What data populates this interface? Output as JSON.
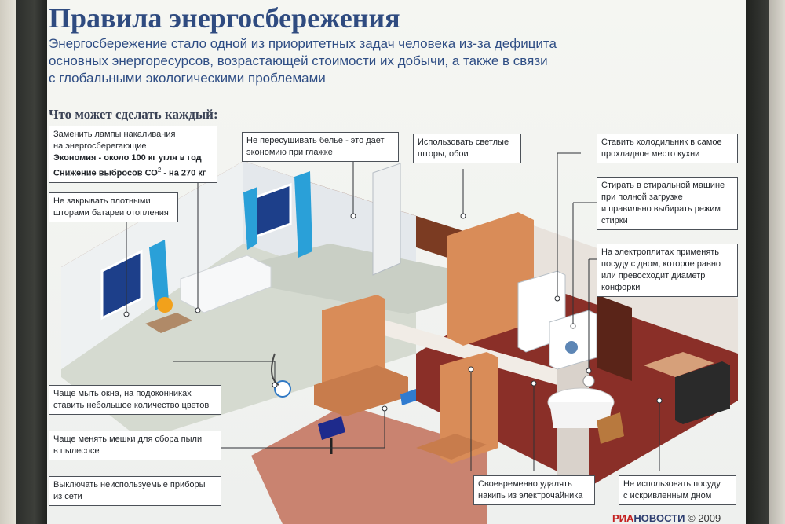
{
  "page": {
    "title": "Правила энергосбережения",
    "intro_lines": [
      "Энергосбережение стало одной из приоритетных задач человека из-за дефицита",
      "основных энергоресурсов, возрастающей стоимости их добычи, а также в связи",
      "с глобальными экологическими проблемами"
    ],
    "subheading": "Что может сделать каждый:"
  },
  "tips": {
    "lamps": {
      "line1": "Заменить лампы накаливания",
      "line2": "на энергосберегающие",
      "economy_label": "Экономия",
      "economy_value": " - около 100 кг угля в год",
      "emission_label": "Снижение выбросов СО",
      "emission_sup": "2",
      "emission_value": " -  на 270 кг"
    },
    "batteries": {
      "line1": "Не закрывать плотными",
      "line2": "шторами батареи отопления"
    },
    "laundry": {
      "line1": "Не пересушивать белье - это дает",
      "line2": "экономию при глажке"
    },
    "curtains": {
      "line1": "Использовать светлые",
      "line2": "шторы, обои"
    },
    "fridge": {
      "line1": "Ставить холодильник в самое",
      "line2": "прохладное место кухни"
    },
    "washing": {
      "line1": "Стирать в стиральной машине",
      "line2": "при полной загрузке",
      "line3": "и правильно выбирать режим",
      "line4": "стирки"
    },
    "stove": {
      "line1": "На электроплитах применять",
      "line2": "посуду с дном, которое равно",
      "line3": "или превосходит диаметр",
      "line4": "конфорки"
    },
    "windows": {
      "line1": "Чаще мыть окна, на подоконниках",
      "line2": "ставить небольшое количество цветов"
    },
    "vacuum": {
      "line1": "Чаще менять мешки для сбора пыли",
      "line2": "в пылесосе"
    },
    "devices": {
      "line1": "Выключать неиспользуемые приборы",
      "line2": "из сети"
    },
    "kettle": {
      "line1": "Своевременно удалять",
      "line2": "накипь из электрочайника"
    },
    "cookware": {
      "line1": "Не использовать посуду",
      "line2": "с искривленным дном"
    }
  },
  "footer": {
    "logo_ria": "РИА",
    "logo_novosti": "НОВОСТИ",
    "year": "© 2009"
  },
  "colors": {
    "title": "#2f4b80",
    "callout_border": "#4c5158",
    "floor_light": "#d6dbcf",
    "floor_dark": "#7a2a24",
    "furniture": "#c98a5a",
    "appliance": "#ffffff",
    "logo_red": "#c42020"
  }
}
